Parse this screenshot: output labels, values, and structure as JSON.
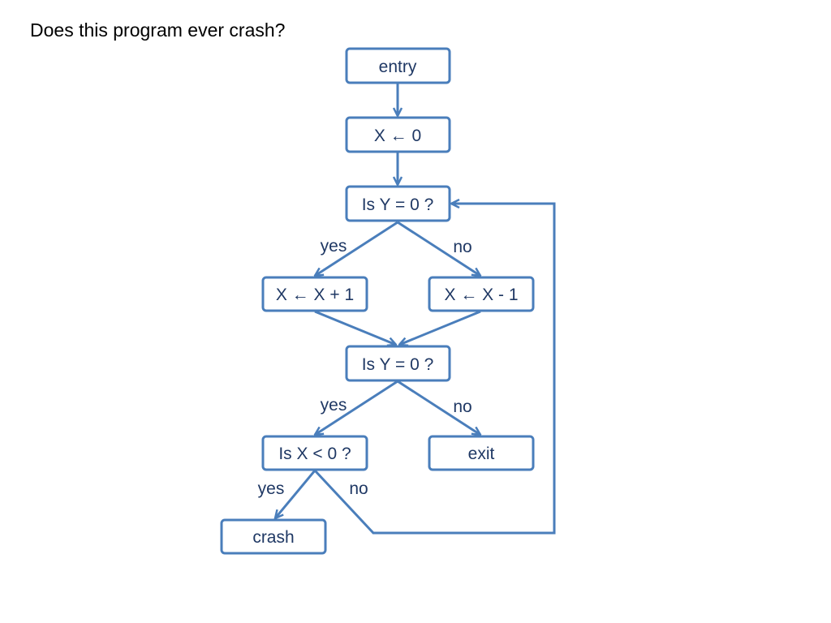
{
  "title": "Does this program ever crash?",
  "nodes": {
    "entry": "entry",
    "init": "X ← 0",
    "check1": "Is Y = 0 ?",
    "inc": "X ← X + 1",
    "dec": "X ← X - 1",
    "check2": "Is Y = 0 ?",
    "check3": "Is X < 0 ?",
    "exit": "exit",
    "crash": "crash"
  },
  "edge_labels": {
    "check1_yes": "yes",
    "check1_no": "no",
    "check2_yes": "yes",
    "check2_no": "no",
    "check3_yes": "yes",
    "check3_no": "no"
  },
  "colors": {
    "stroke": "#4a7ebb",
    "text": "#1f3864"
  }
}
